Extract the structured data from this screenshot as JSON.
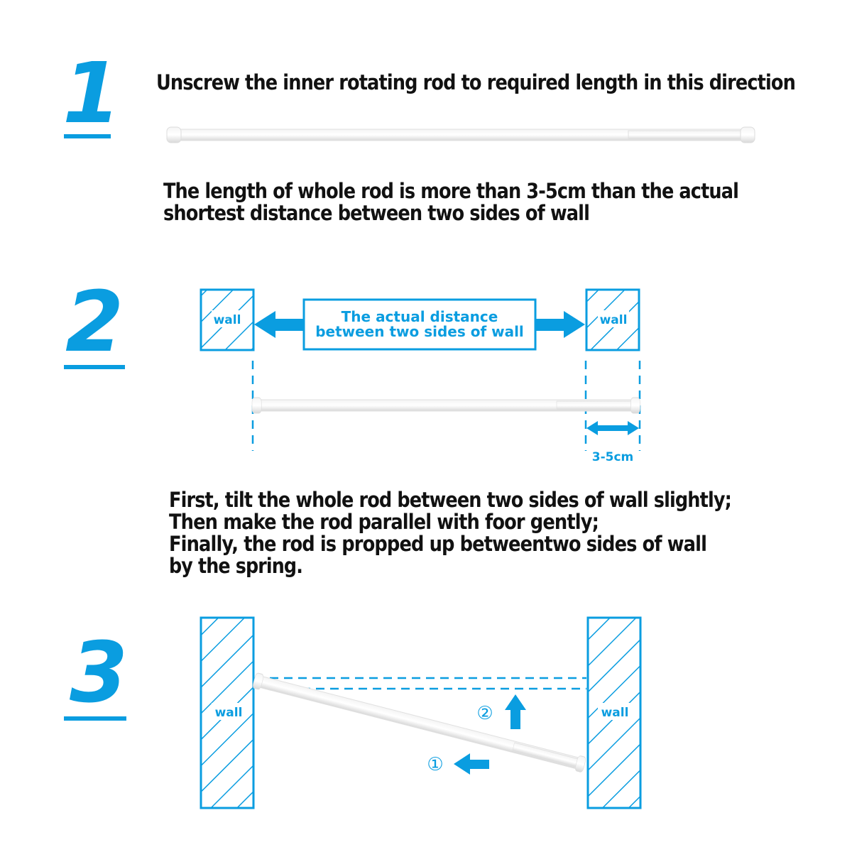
{
  "colors": {
    "accent": "#0a9de0",
    "text": "#111111"
  },
  "steps": [
    {
      "number": "1",
      "text": "Unscrew the inner rotating rod to required length in this direction",
      "note_lines": [
        "The length of whole rod is more than 3-5cm than the actual",
        "shortest distance between two sides of wall"
      ]
    },
    {
      "number": "2",
      "wall_label": "wall",
      "distance_lines": [
        "The actual distance",
        "between two sides of wall"
      ],
      "extra_length": "3-5cm",
      "instruction_lines": [
        "First, tilt the whole rod between two sides of wall slightly;",
        "Then make the rod parallel with foor gently;",
        "Finally, the rod is propped up betweentwo sides of wall",
        "by the spring."
      ]
    },
    {
      "number": "3",
      "wall_label": "wall",
      "move_1": "①",
      "move_2": "②"
    }
  ]
}
